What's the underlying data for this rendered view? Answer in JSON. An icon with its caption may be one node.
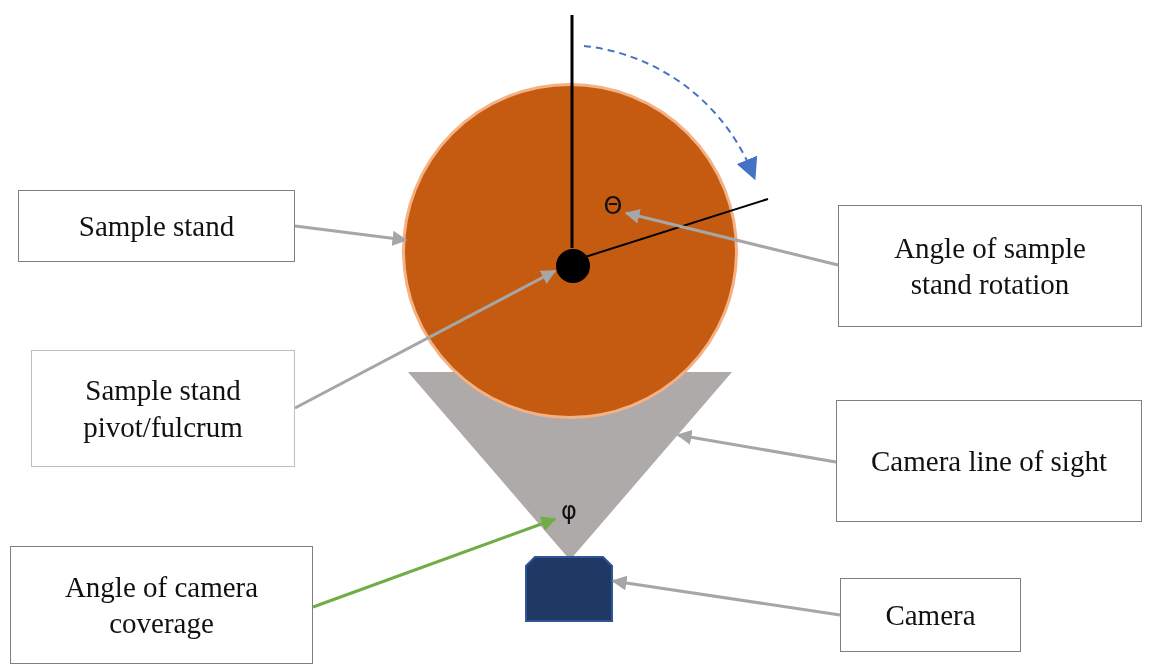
{
  "diagram": {
    "nodes": [
      {
        "text": [
          "Sample stand"
        ]
      },
      {
        "text": [
          "Sample stand pivot/fulcrum"
        ]
      },
      {
        "text": [
          "Angle of camera coverage"
        ]
      },
      {
        "text": [
          "Angle of sample stand rotation"
        ]
      },
      {
        "text": [
          "Camera line of sight"
        ]
      },
      {
        "text": [
          "Camera"
        ]
      },
      {
        "text": [],
        "shape": "circle"
      },
      {
        "text": [],
        "shape": "circle",
        "in": 6
      },
      {
        "text": [
          "Θ"
        ],
        "in": 6
      },
      {
        "text": [],
        "shape": "triangle"
      },
      {
        "text": [
          "φ"
        ],
        "in": 9
      },
      {
        "text": [],
        "shape": "box"
      }
    ],
    "edges": [
      {
        "from": 0,
        "to": 6,
        "arrow": "to"
      },
      {
        "from": 1,
        "to": 7,
        "arrow": "to"
      },
      {
        "from": 2,
        "to": 10,
        "arrow": "to",
        "color": "#70ad47"
      },
      {
        "from": 3,
        "to": 8,
        "arrow": "to"
      },
      {
        "from": 4,
        "to": 9,
        "arrow": "to"
      },
      {
        "from": 5,
        "to": 11,
        "arrow": "to"
      }
    ]
  }
}
